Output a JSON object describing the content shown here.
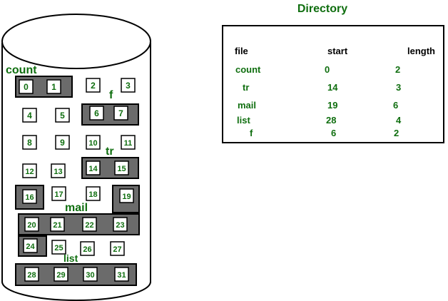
{
  "disk": {
    "file_labels": [
      {
        "file": "count"
      },
      {
        "file": "f"
      },
      {
        "file": "tr"
      },
      {
        "file": "mail"
      },
      {
        "file": "list"
      }
    ],
    "blocks": [
      "0",
      "1",
      "2",
      "3",
      "4",
      "5",
      "6",
      "7",
      "8",
      "9",
      "10",
      "11",
      "12",
      "13",
      "14",
      "15",
      "16",
      "17",
      "18",
      "19",
      "20",
      "21",
      "22",
      "23",
      "24",
      "25",
      "26",
      "27",
      "28",
      "29",
      "30",
      "31"
    ]
  },
  "directory": {
    "title": "Directory",
    "headers": [
      "file",
      "start",
      "length"
    ],
    "rows": [
      {
        "file": "count",
        "start": "0",
        "length": "2"
      },
      {
        "file": "tr",
        "start": "14",
        "length": "3"
      },
      {
        "file": "mail",
        "start": "19",
        "length": "6"
      },
      {
        "file": "list",
        "start": "28",
        "length": "4"
      },
      {
        "file": "f",
        "start": "6",
        "length": "2"
      }
    ]
  },
  "colors": {
    "label_green": "#0f6e0f",
    "allocated_fill": "#6b6b6b",
    "outline": "#000000"
  }
}
